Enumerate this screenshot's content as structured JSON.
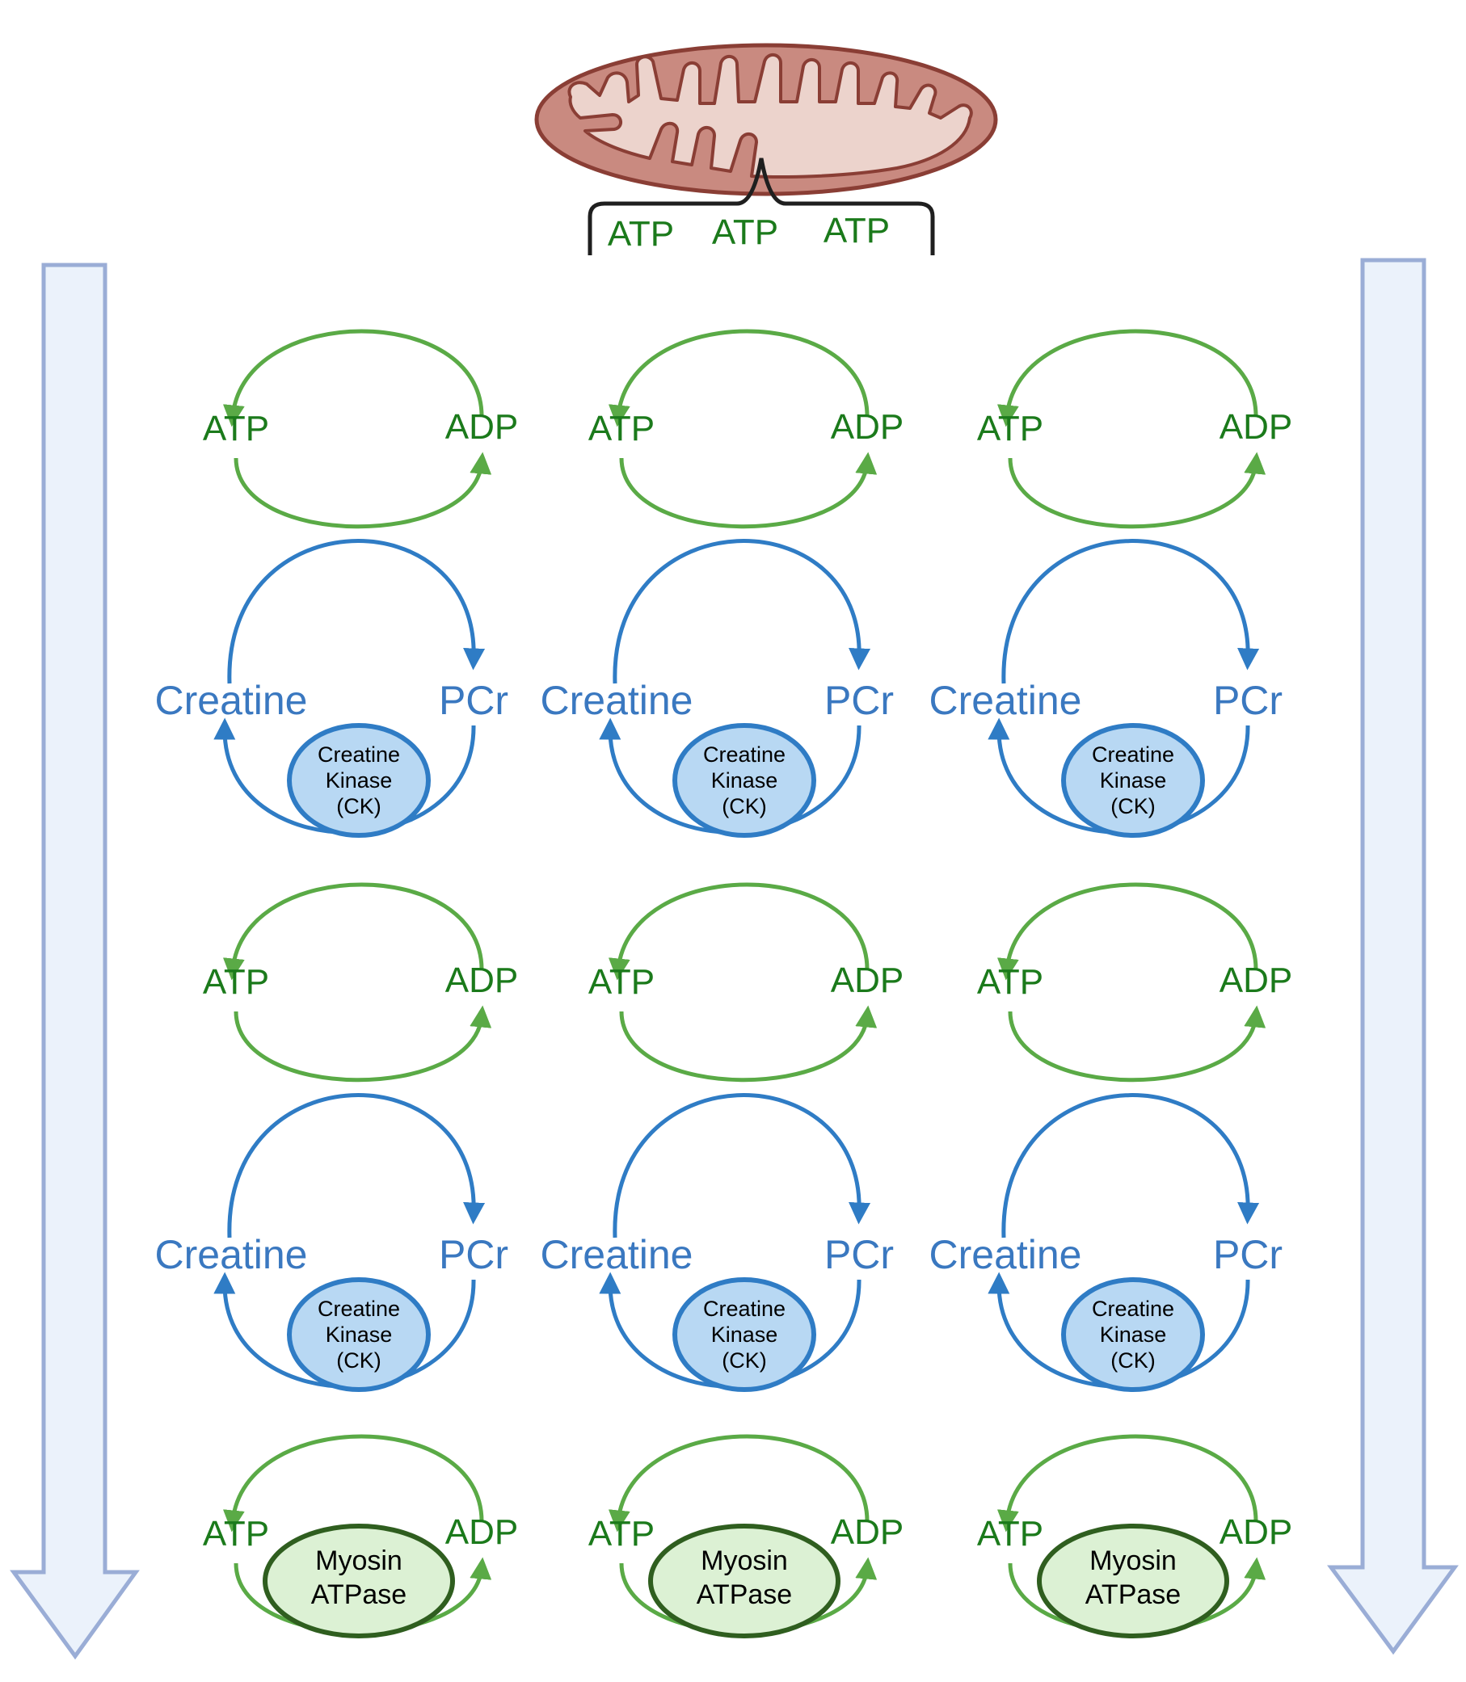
{
  "colors": {
    "green": "#5aaa46",
    "green_text": "#1b7a1b",
    "blue": "#2f7cc5",
    "blue_text": "#3a78c0",
    "ck_fill": "#b8d8f3",
    "ck_stroke": "#2f7cc5",
    "myosin_fill": "#dcf1d4",
    "myosin_stroke": "#2f5e1f",
    "mito_outer": "#c98a80",
    "mito_inner": "#ecd3cc",
    "mito_stroke": "#8a3e35",
    "arrow_fill": "#ebf2fb",
    "arrow_stroke": "#9aadd6"
  },
  "mitochondrion": {
    "icon": "mitochondrion-icon",
    "atp_labels": [
      "ATP",
      "ATP",
      "ATP"
    ]
  },
  "side_arrows": [
    "down-arrow-icon",
    "down-arrow-icon"
  ],
  "labels": {
    "atp": "ATP",
    "adp": "ADP",
    "creatine": "Creatine",
    "pcr": "PCr",
    "ck_lines": [
      "Creatine",
      "Kinase",
      "(CK)"
    ],
    "myosin_lines": [
      "Myosin",
      "ATPase"
    ]
  },
  "columns": [
    {
      "name": "left"
    },
    {
      "name": "middle"
    },
    {
      "name": "right"
    }
  ]
}
